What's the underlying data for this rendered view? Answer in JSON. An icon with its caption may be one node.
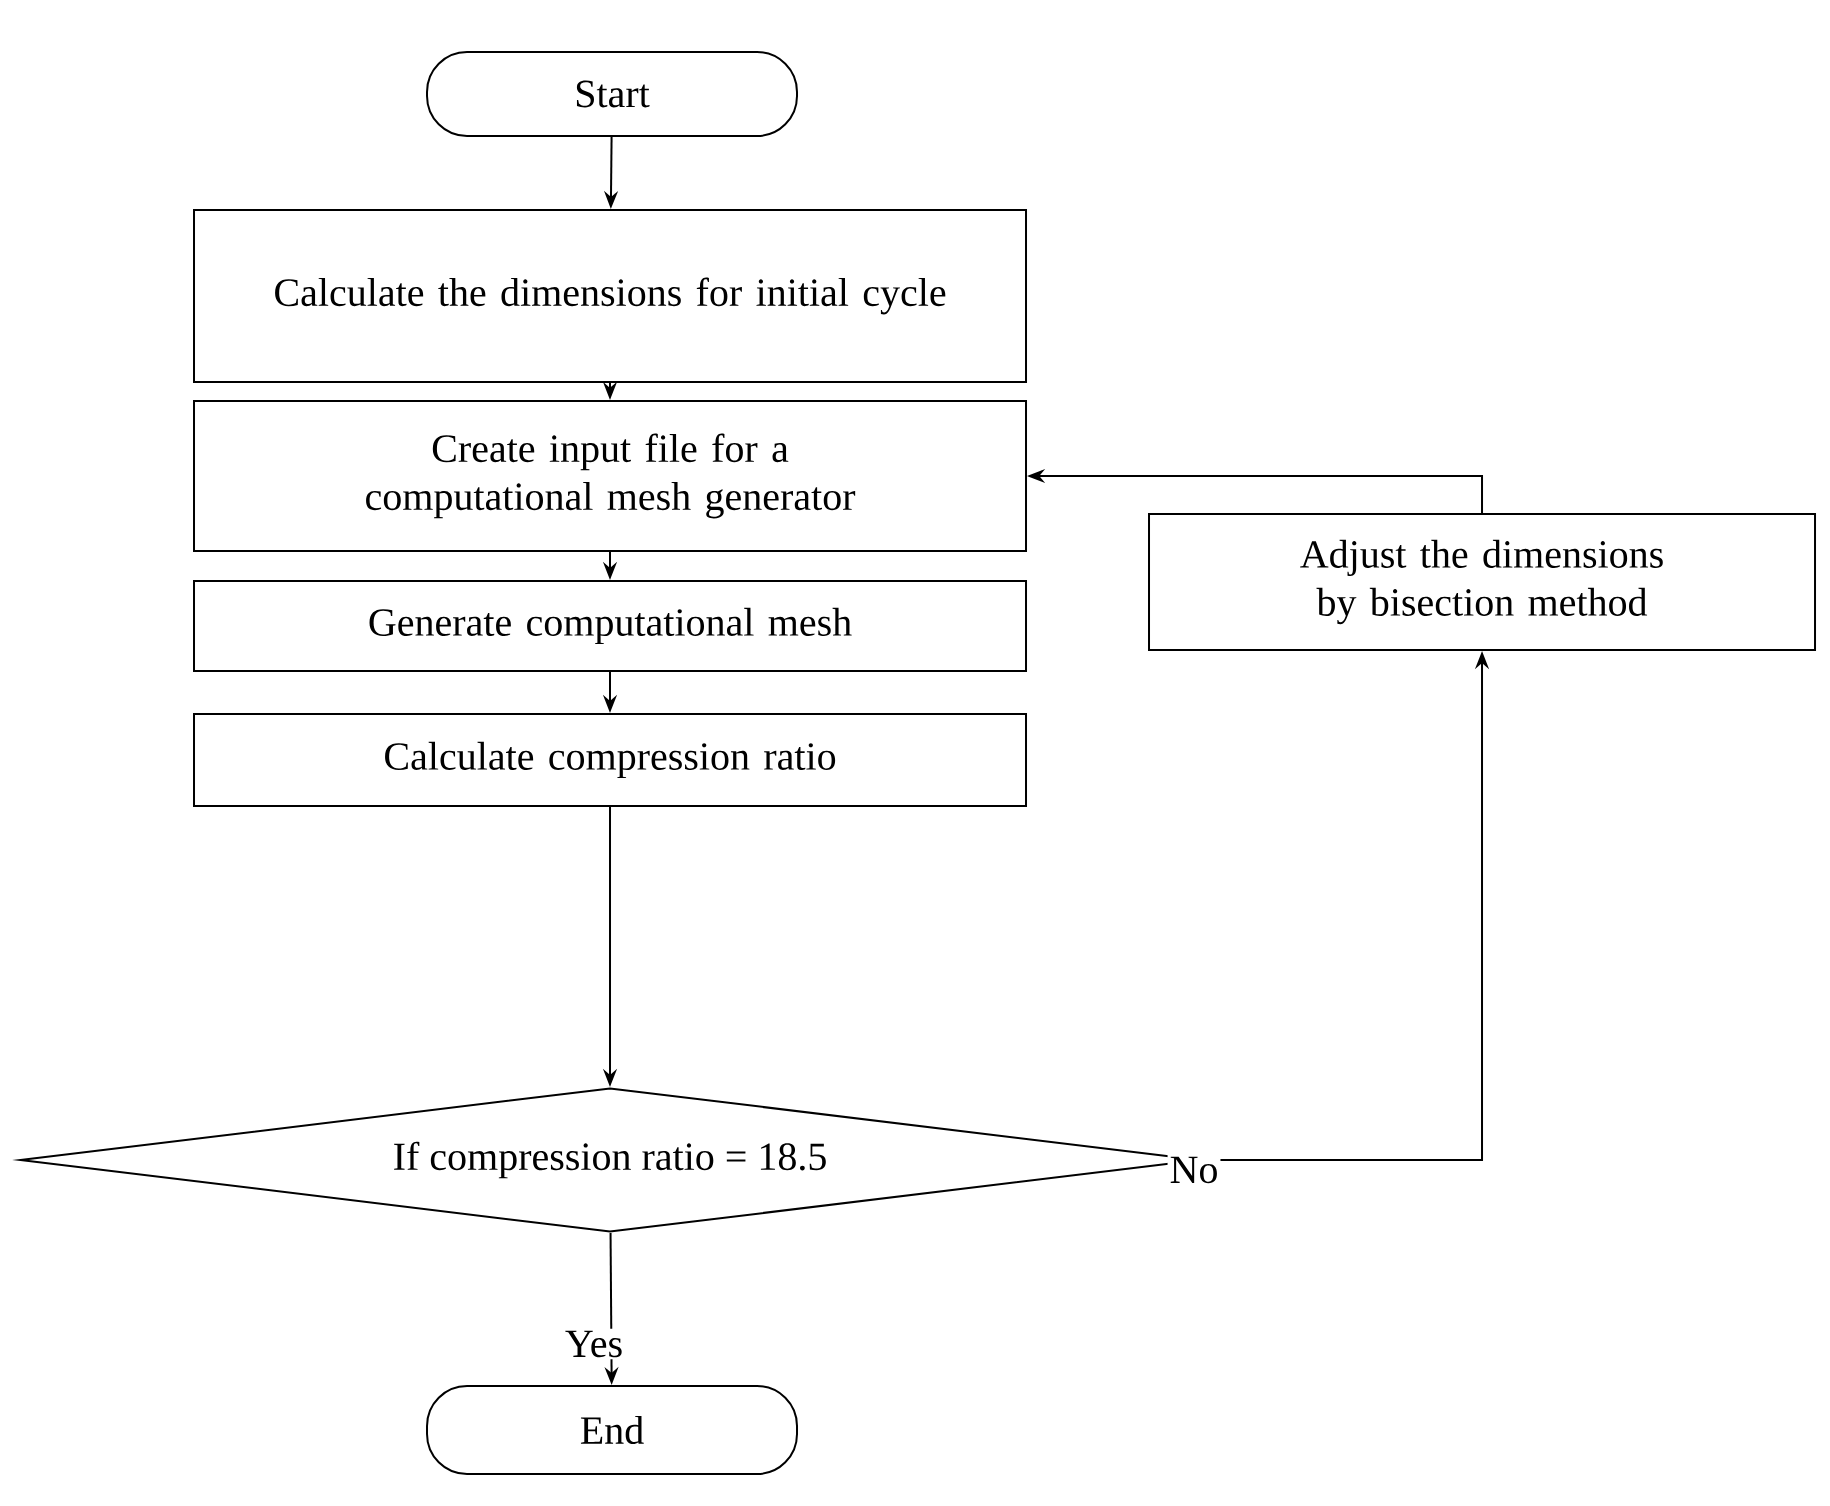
{
  "diagram": {
    "nodes": [
      {
        "text": [
          "Start"
        ]
      },
      {
        "text": [
          "Calculate the dimensions for initial cycle"
        ]
      },
      {
        "text": [
          "Create input file for a computational mesh generator"
        ]
      },
      {
        "text": [
          "Generate computational mesh"
        ]
      },
      {
        "text": [
          "Calculate compression ratio"
        ]
      },
      {
        "text": [
          "If  compression ratio = 18.5"
        ]
      },
      {
        "text": [
          "End"
        ]
      },
      {
        "text": [
          "Adjust the dimensions by bisection method"
        ]
      }
    ],
    "edges": [
      {
        "from": 0,
        "to": 1,
        "arrow": "to"
      },
      {
        "from": 1,
        "to": 2,
        "arrow": "to"
      },
      {
        "from": 2,
        "to": 3,
        "arrow": "to"
      },
      {
        "from": 3,
        "to": 4,
        "arrow": "to"
      },
      {
        "from": 4,
        "to": 5,
        "arrow": "to"
      },
      {
        "from": 5,
        "to": 6,
        "arrow": "to",
        "label": "Yes"
      },
      {
        "from": 5,
        "to": 7,
        "arrow": "to",
        "label": "No"
      },
      {
        "from": 7,
        "to": 2,
        "arrow": "to"
      }
    ]
  }
}
